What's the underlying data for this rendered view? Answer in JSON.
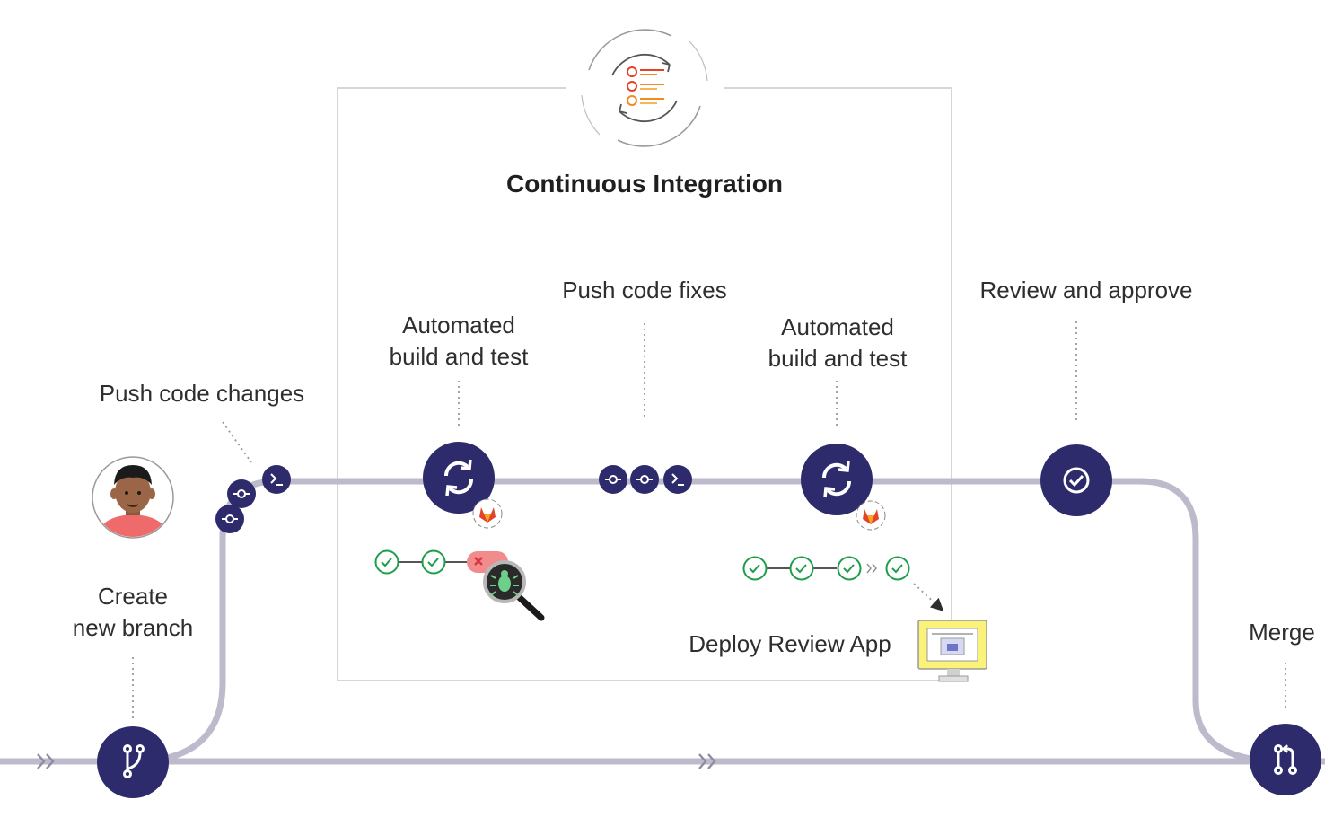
{
  "title": "Continuous Integration",
  "steps": {
    "push_code_changes": "Push code changes",
    "create_new_branch": [
      "Create",
      "new branch"
    ],
    "automated_build_1": [
      "Automated",
      "build and test"
    ],
    "push_code_fixes": "Push code fixes",
    "automated_build_2": [
      "Automated",
      "build and test"
    ],
    "review_and_approve": "Review and approve",
    "deploy_review_app": "Deploy Review App",
    "merge": "Merge"
  },
  "pipelines": {
    "first_run": [
      "passed",
      "passed",
      "failed"
    ],
    "second_run": [
      "passed",
      "passed",
      "passed",
      "passed"
    ]
  },
  "colors": {
    "node": "#2d2b6b",
    "track": "#bdbbcb",
    "passed": "#1e9e4a",
    "failed_bg": "#f28b8b",
    "failed_fg": "#d9363e",
    "frame": "#d6d6d6",
    "ci_icon_orange": "#f08a24",
    "ci_icon_red": "#e24329",
    "monitor_screen": "#fbf27a"
  },
  "icons": {
    "ci_logo": "checklist-cycle-icon",
    "branch": "git-branch-icon",
    "commit": "commit-icon",
    "terminal": "terminal-prompt-icon",
    "pipeline": "sync-icon",
    "approve": "check-circle-icon",
    "merge": "merge-request-icon",
    "gitlab": "gitlab-fox-icon",
    "bug_search": "bug-magnifier-icon",
    "review_app": "monitor-icon",
    "avatar": "developer-avatar"
  }
}
